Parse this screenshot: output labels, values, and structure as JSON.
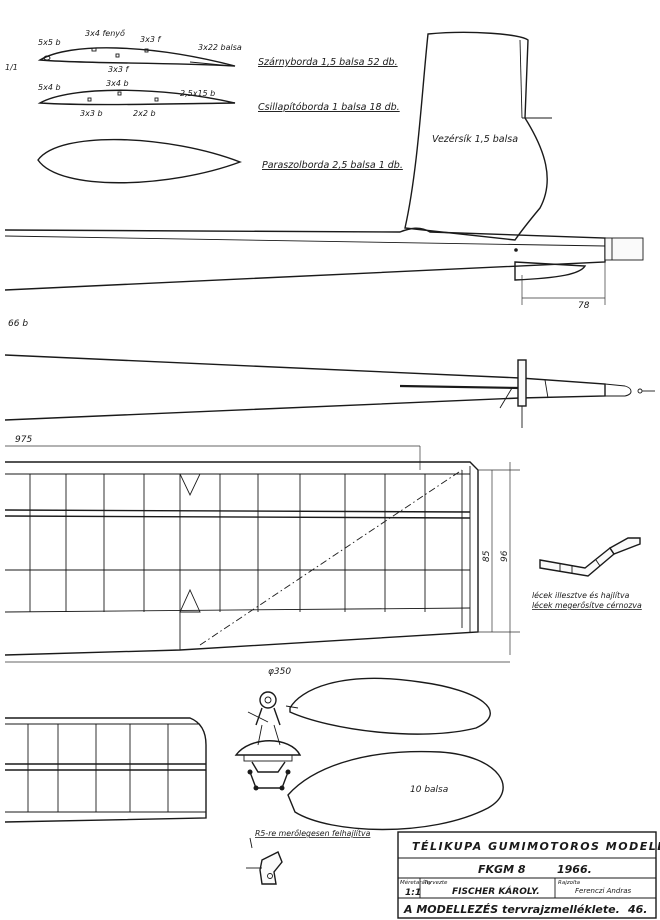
{
  "labels": {
    "rib_wing_sizes": [
      "5x5 b",
      "3x4 fenyő",
      "3x3 f",
      "3x22 balsa",
      "3x3 f"
    ],
    "rib_tail_sizes": [
      "5x4 b",
      "3x4 b",
      "2,5x15 b",
      "3x3 b",
      "2x2 b"
    ],
    "wing_rib_note": "Szárnyborda 1,5 balsa 52 db.",
    "tail_rib_note": "Csillapítóborda 1 balsa 18 db.",
    "pylon_rib_note": "Paraszolborda 2,5 balsa 1 db.",
    "fin_note": "Vezérsík 1,5 balsa",
    "prop_blade_note": "10 balsa",
    "hook_note": "R5-re merőlegesen felhajlítva",
    "tip_note_1": "lécek illesztve és hajlítva",
    "tip_note_2": "lécek megerősítve cérnozva",
    "dim_78": "78",
    "dim_66b": "66 b",
    "dim_975": "975",
    "dim_85": "85",
    "dim_96": "96",
    "dim_350": "φ350"
  },
  "title_block": {
    "title": "TÉLIKUPA GUMIMOTOROS MODELL.",
    "model": "FKGM 8",
    "year": "1966.",
    "scale_label": "Méretarány",
    "scale": "1:1",
    "designer_label": "Tervezte",
    "designer": "FISCHER KÁROLY.",
    "drawn_label": "Rajzolta",
    "signature": "Ferenczi Andras",
    "footer": "A MODELLEZÉS tervrajzmelléklete.",
    "number": "46."
  }
}
